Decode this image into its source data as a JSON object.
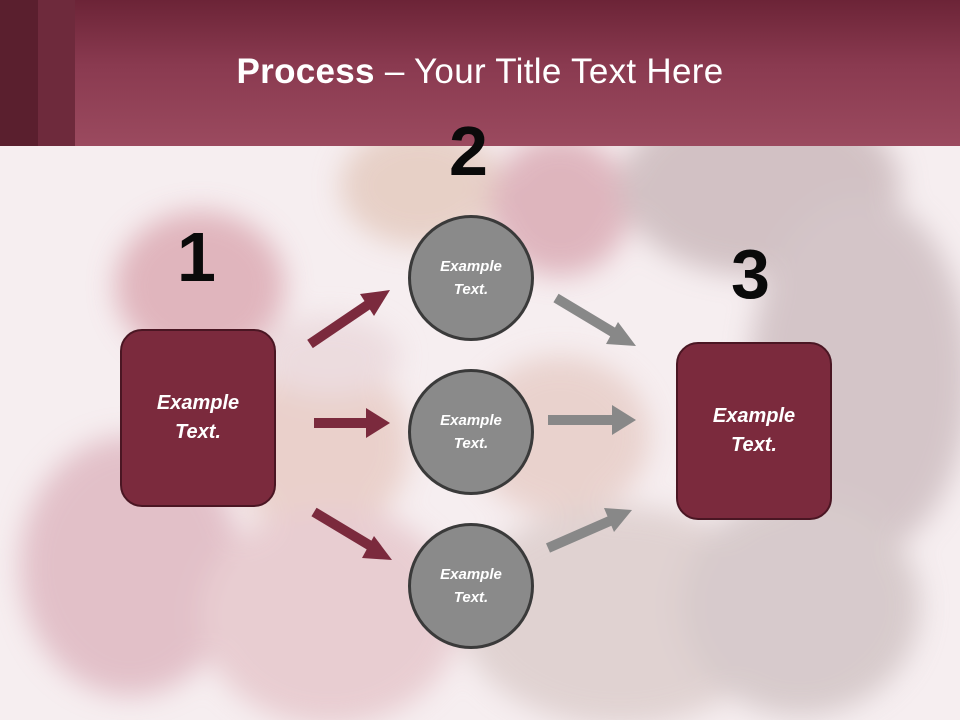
{
  "title": {
    "bold": "Process",
    "rest": " – Your Title Text Here"
  },
  "steps": [
    {
      "number": "1",
      "label_line1": "Example",
      "label_line2": "Text."
    },
    {
      "number": "2"
    },
    {
      "number": "3",
      "label_line1": "Example",
      "label_line2": "Text."
    }
  ],
  "circles": [
    {
      "line1": "Example",
      "line2": "Text."
    },
    {
      "line1": "Example",
      "line2": "Text."
    },
    {
      "line1": "Example",
      "line2": "Text."
    }
  ],
  "colors": {
    "header": "#8a3a50",
    "box_fill": "#7b2a3d",
    "arrow_left": "#7b2a3d",
    "arrow_right": "#888888",
    "circle_fill": "#8a8a8a"
  }
}
